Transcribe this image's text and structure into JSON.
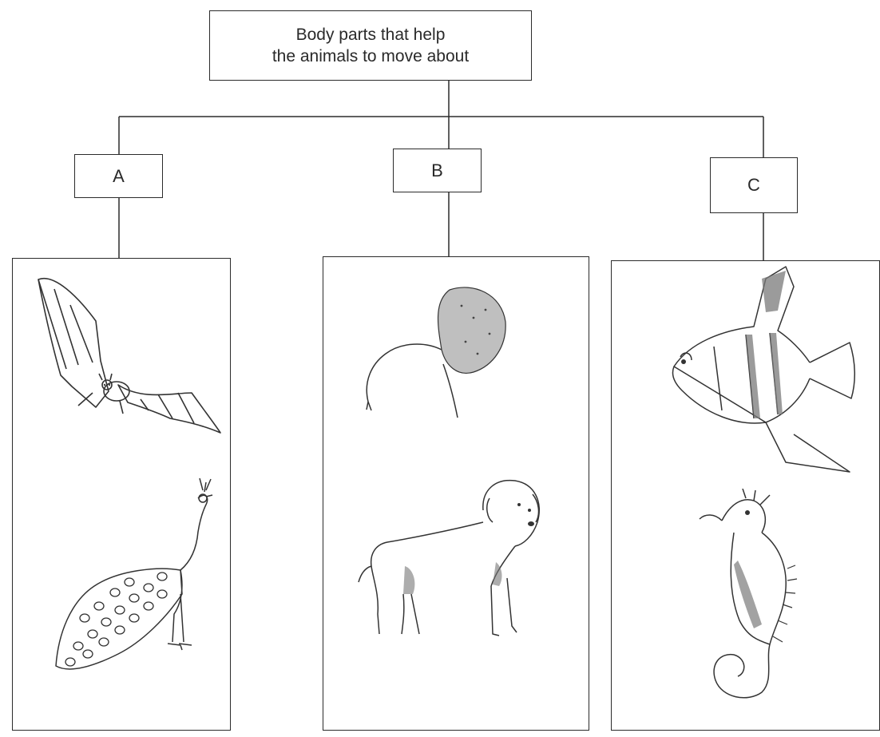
{
  "diagram": {
    "root": {
      "line1": "Body parts that help",
      "line2": "the animals to move about"
    },
    "branches": [
      {
        "label": "A",
        "animals": [
          "bat",
          "peacock"
        ]
      },
      {
        "label": "B",
        "animals": [
          "rat",
          "dog"
        ]
      },
      {
        "label": "C",
        "animals": [
          "angelfish",
          "seahorse"
        ]
      }
    ]
  },
  "colors": {
    "line": "#2b2b2b",
    "text": "#2a2a2a",
    "background": "#ffffff"
  }
}
